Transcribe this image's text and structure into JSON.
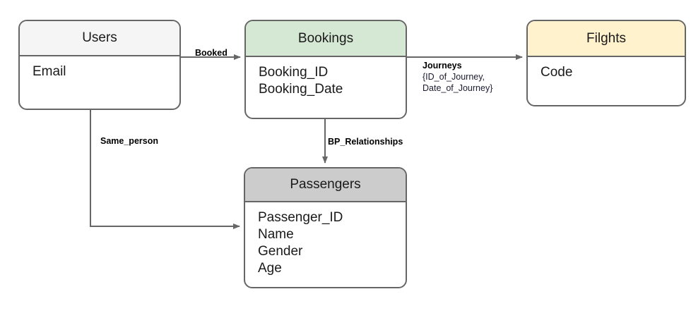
{
  "diagram": {
    "type": "entity-relationship-diagram",
    "entities": [
      {
        "id": "users",
        "title": "Users",
        "header_color": "#f5f5f5",
        "attributes": [
          "Email"
        ]
      },
      {
        "id": "bookings",
        "title": "Bookings",
        "header_color": "#d5e8d4",
        "attributes": [
          "Booking_ID",
          "Booking_Date"
        ]
      },
      {
        "id": "flights",
        "title": "Filghts",
        "header_color": "#fff2cc",
        "attributes": [
          "Code"
        ]
      },
      {
        "id": "passengers",
        "title": "Passengers",
        "header_color": "#cccccc",
        "attributes": [
          "Passenger_ID",
          "Name",
          "Gender",
          "Age"
        ]
      }
    ],
    "relationships": [
      {
        "id": "booked",
        "label": "Booked",
        "from": "users",
        "to": "bookings",
        "attributes_text": ""
      },
      {
        "id": "journeys",
        "label": "Journeys",
        "from": "bookings",
        "to": "flights",
        "attributes_line1": "{ID_of_Journey,",
        "attributes_line2": "Date_of_Journey}"
      },
      {
        "id": "bp-relationships",
        "label": "BP_Relationships",
        "from": "bookings",
        "to": "passengers",
        "attributes_text": ""
      },
      {
        "id": "same-person",
        "label": "Same_person",
        "from": "users",
        "to": "passengers",
        "attributes_text": ""
      }
    ],
    "stroke_color": "#666666",
    "text_color": "#1a1a1a",
    "background": "#ffffff"
  }
}
